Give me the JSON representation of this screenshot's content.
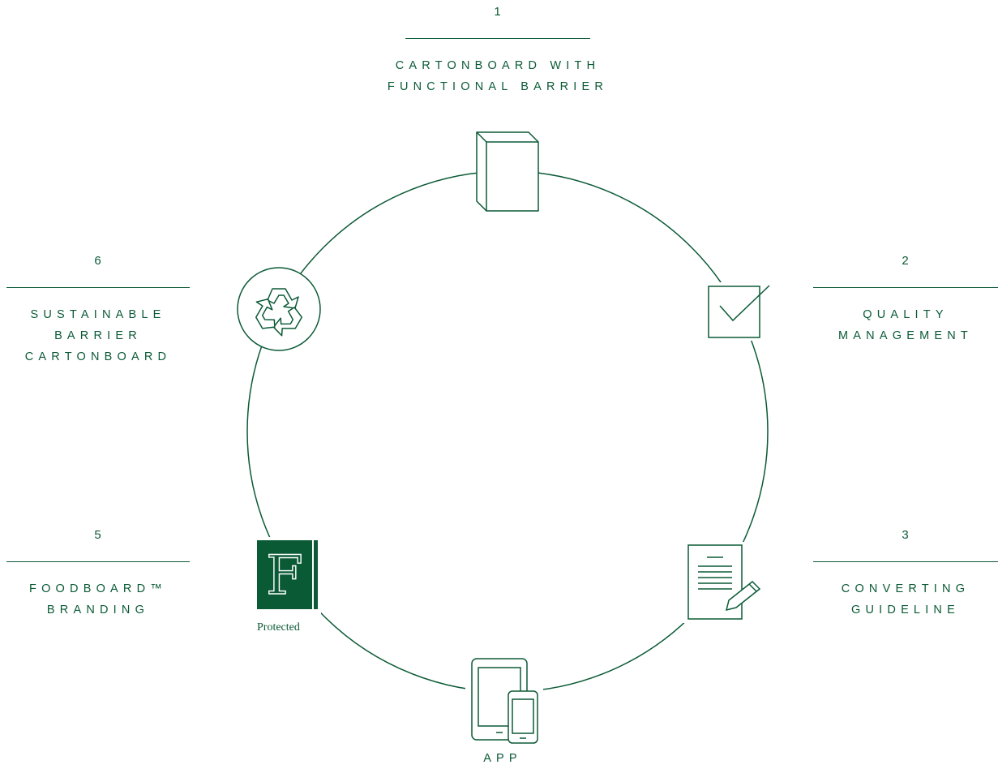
{
  "steps": [
    {
      "number": "1",
      "lines": [
        "CARTONBOARD WITH",
        "FUNCTIONAL BARRIER"
      ],
      "icon": "carton-box-icon"
    },
    {
      "number": "2",
      "lines": [
        "QUALITY",
        "MANAGEMENT"
      ],
      "icon": "checkbox-check-icon"
    },
    {
      "number": "3",
      "lines": [
        "CONVERTING",
        "GUIDELINE"
      ],
      "icon": "document-pen-icon"
    },
    {
      "number": "",
      "lines": [
        "APP"
      ],
      "icon": "tablet-phone-icon"
    },
    {
      "number": "5",
      "lines": [
        "FOODBOARD™",
        "BRANDING"
      ],
      "icon": "foodboard-logo-icon"
    },
    {
      "number": "6",
      "lines": [
        "SUSTAINABLE",
        "BARRIER",
        "CARTONBOARD"
      ],
      "icon": "recycle-icon"
    }
  ],
  "logo": {
    "letter": "F",
    "caption": "Protected"
  },
  "colors": {
    "accent": "#0b5a36"
  }
}
